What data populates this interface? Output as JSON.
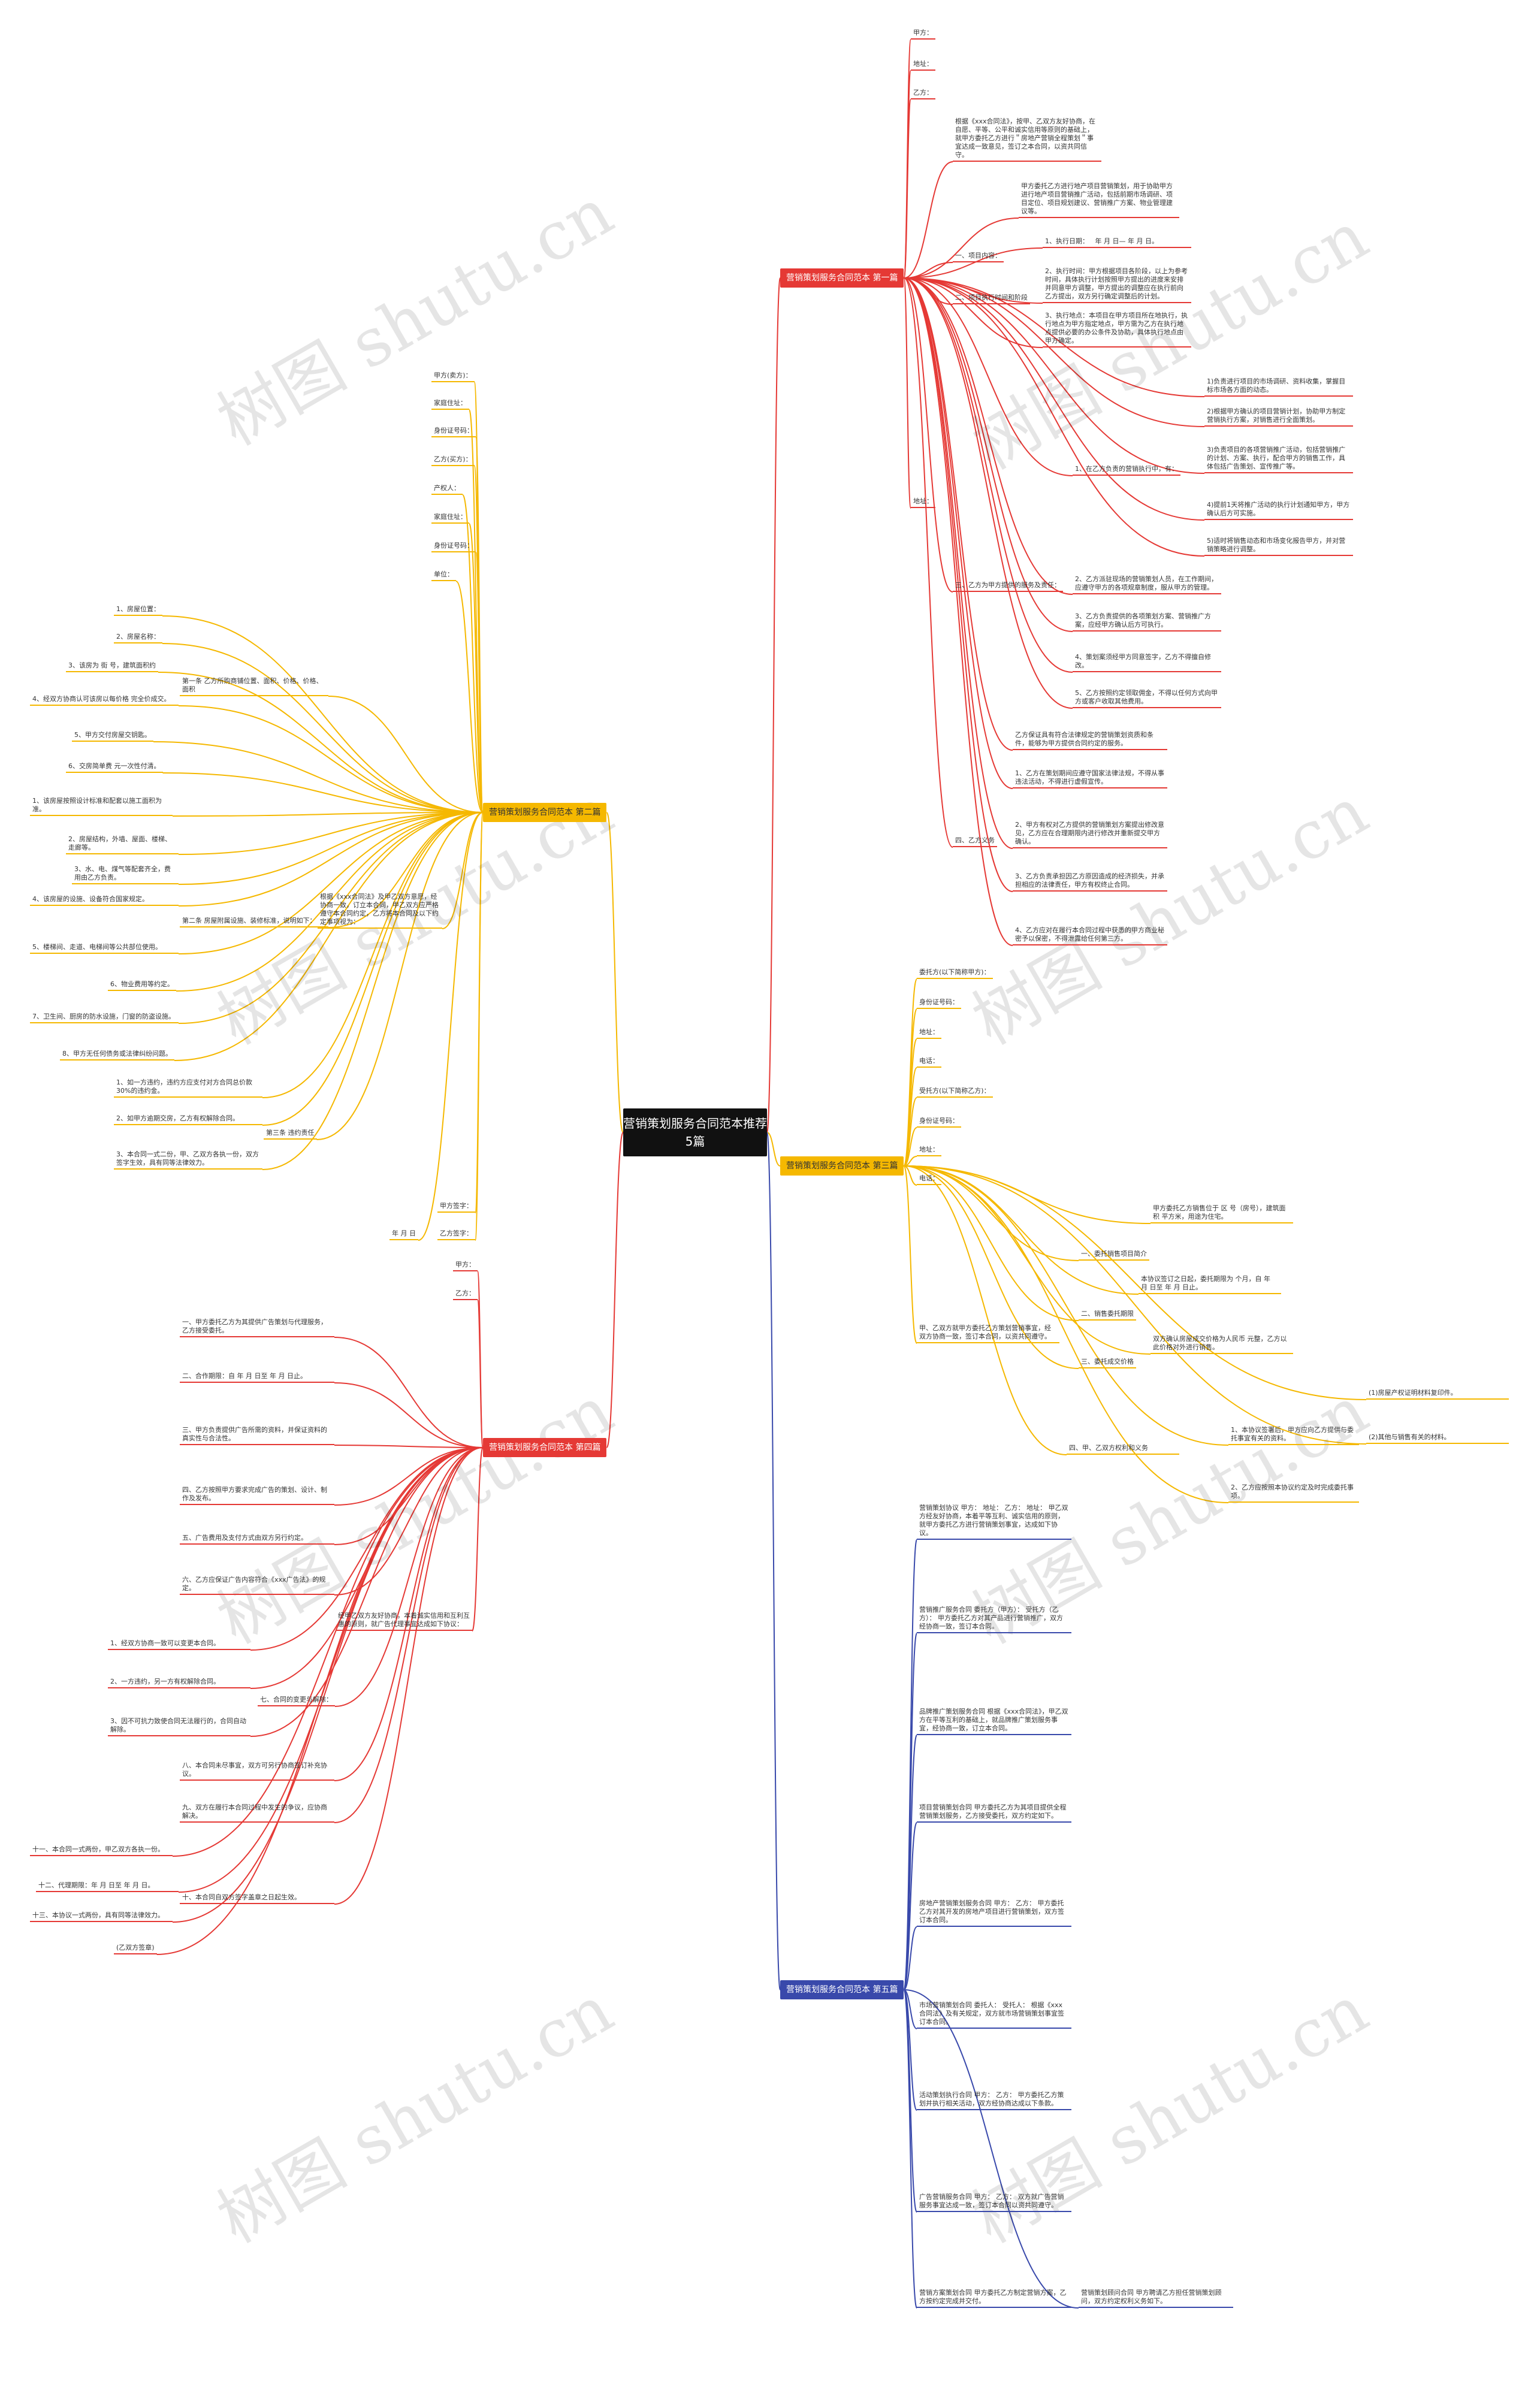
{
  "root": "营销策划服务合同范本推荐5篇",
  "colors": {
    "red": "#e53935",
    "yellow": "#f5b800",
    "blue": "#3949ab",
    "root": "#111111"
  },
  "watermark": "树图 shutu.cn",
  "branches": {
    "b1": "营销策划服务合同范本 第一篇",
    "b2": "营销策划服务合同范本 第二篇",
    "b3": "营销策划服务合同范本 第三篇",
    "b4": "营销策划服务合同范本 第四篇",
    "b5": "营销策划服务合同范本 第五篇"
  },
  "b1": {
    "jia": "甲方：",
    "addr": "地址：",
    "yi": "乙方：",
    "intro": "根据《xxx合同法》，按甲、乙双方友好协商，在自愿、平等、公平和诚实信用等原则的基础上，就甲方委托乙方进行＂房地产营销全程策划＂事宜达成一致意见，签订之本合同，以资共同信守。",
    "s1": "一、项目内容：",
    "s1_text": "甲方委托乙方进行地产项目营销策划，用于协助甲方进行地产项目营销推广活动，包括前期市场调研、项目定位、项目规划建议、营销推广方案、物业管理建议等。",
    "s2": "二、项目执行时间和阶段",
    "s2_1": "1、执行日期：   年 月 日— 年 月 日。",
    "s2_2": "2、执行时间：甲方根据项目各阶段，以上为参考时间，具体执行计划按照甲方提出的进度来安排并同意甲方调整，甲方提出的调整应在执行前向乙方提出，双方另行确定调整后的计划。",
    "s2_3": "3、执行地点：本项目在甲方项目所在地执行，执行地点为甲方指定地点，甲方需为乙方在执行地点提供必要的办公条件及协助，具体执行地点由甲方确定。",
    "s3": "三、乙方为甲方提供的服务及责任：",
    "s3_1": "1、在乙方负责的营销执行中，有：",
    "s3_1_items": [
      "1)负责进行项目的市场调研、资料收集，掌握目标市场各方面的动态。",
      "2)根据甲方确认的项目营销计划，协助甲方制定营销执行方案，对销售进行全面策划。",
      "3)负责项目的各项营销推广活动，包括营销推广的计划、方案、执行，配合甲方的销售工作，具体包括广告策划、宣传推广等。",
      "4)提前1天将推广活动的执行计划通知甲方，甲方确认后方可实施。",
      "5)适时将销售动态和市场变化报告甲方，并对营销策略进行调整。"
    ],
    "s3_2": "2、乙方派驻现场的营销策划人员，在工作期间，应遵守甲方的各项规章制度，服从甲方的管理。",
    "s3_3": "3、乙方负责提供的各项策划方案、营销推广方案，应经甲方确认后方可执行。",
    "s3_4": "4、策划案须经甲方同意签字，乙方不得擅自修改。",
    "s3_5": "5、乙方按照约定领取佣金，不得以任何方式向甲方或客户收取其他费用。",
    "s4": "四、乙方义务",
    "s4_lead": "乙方保证具有符合法律规定的营销策划资质和条件，能够为甲方提供合同约定的服务。",
    "s4_1": "1、乙方在策划期间应遵守国家法律法规，不得从事违法活动，不得进行虚假宣传。",
    "s4_2": "2、甲方有权对乙方提供的营销策划方案提出修改意见，乙方应在合理期限内进行修改并重新提交甲方确认。",
    "s4_3": "3、乙方负责承担因乙方原因造成的经济损失，并承担相应的法律责任，甲方有权终止合同。",
    "s4_4": "4、乙方应对在履行本合同过程中获悉的甲方商业秘密予以保密，不得泄露给任何第三方。"
  },
  "b2": {
    "party": [
      "甲方(卖方)：",
      "家庭住址：",
      "身份证号码：",
      "乙方(买方)：",
      "产权人：",
      "家庭住址：",
      "身份证号码：",
      "单位："
    ],
    "basis": "根据《xxx合同法》及甲乙双方意愿，经协商一致，订立本合同，甲乙双方应严格遵守本合同约定，乙方将本合同及以下约定事项视为：",
    "t1": "第一条 乙方所购商铺位置、面积、价格、价格、面积",
    "t1_items": [
      "1、房屋位置：",
      "2、房屋名称：",
      "3、该房为 街 号，建筑面积约",
      "4、经双方协商认可该房以每价格 完全价成交。",
      "5、甲方交付房屋交钥匙。",
      "6、交房简单费 元一次性付清。"
    ],
    "t2": "第二条 房屋附属设施、装修标准，说明如下：",
    "t2_items": [
      "1、该房屋按照设计标准和配套以施工面积为准。",
      "2、房屋结构，外墙、屋面、楼梯、走廊等。",
      "3、水、电、煤气等配套齐全，费用由乙方负责。",
      "4、该房屋的设施、设备符合国家规定。",
      "5、楼梯间、走道、电梯间等公共部位使用。",
      "6、物业费用等约定。",
      "7、卫生间、厨房的防水设施，门窗的防盗设施。",
      "8、甲方无任何债务或法律纠纷问题。"
    ],
    "t3": "第三条 违约责任",
    "t3_items": [
      "1、如一方违约，违约方应支付对方合同总价款30%的违约金。",
      "2、如甲方逾期交房，乙方有权解除合同。",
      "3、本合同一式二份，甲、乙双方各执一份，双方签字生效，具有同等法律效力。"
    ],
    "sign_jia": "甲方签字：",
    "sign_yi": "乙方签字：",
    "date": "年 月 日"
  },
  "b3": {
    "party": [
      "委托方(以下简称甲方)：",
      "身份证号码：",
      "地址：",
      "电话：",
      "受托方(以下简称乙方)：",
      "身份证号码：",
      "地址：",
      "电话："
    ],
    "lead": "甲、乙双方就甲方委托乙方策划营销事宜，经双方协商一致，签订本合同，以资共同遵守。",
    "c1": "一、委托销售项目简介",
    "c1_text": "甲方委托乙方销售位于 区 号（房号），建筑面积 平方米，用途为住宅。",
    "c2": "二、销售委托期限",
    "c2_text": "本协议签订之日起，委托期限为 个月，自 年 月 日至 年 月 日止。",
    "c3": "三、委托成交价格",
    "c3_text": "双方确认房屋成交价格为人民币 元整，乙方以此价格对外进行销售。",
    "c4": "四、甲、乙双方权利和义务",
    "c4_1": "1、本协议签署后，甲方应向乙方提供与委托事宜有关的资料。",
    "c4_1_items": [
      "(1)房屋产权证明材料复印件。",
      "(2)其他与销售有关的材料。"
    ],
    "c4_2": "2、乙方应按照本协议约定及时完成委托事项。"
  },
  "b4": {
    "jia": "甲方：",
    "yi": "乙方：",
    "lead": "经甲乙双方友好协商，本着诚实信用和互利互惠的原则，就广告代理事宜达成如下协议：",
    "items": [
      "一、甲方委托乙方为其提供广告策划与代理服务，乙方接受委托。",
      "二、合作期限：自 年 月 日至 年 月 日止。",
      "三、甲方负责提供广告所需的资料，并保证资料的真实性与合法性。",
      "四、乙方按照甲方要求完成广告的策划、设计、制作及发布。",
      "五、广告费用及支付方式由双方另行约定。",
      "六、乙方应保证广告内容符合《xxx广告法》的规定。",
      "七、合同的变更与解除："
    ],
    "seven_items": [
      "1、经双方协商一致可以变更本合同。",
      "2、一方违约，另一方有权解除合同。",
      "3、因不可抗力致使合同无法履行的，合同自动解除。"
    ],
    "eight": "八、本合同未尽事宜，双方可另行协商签订补充协议。",
    "nine": "九、双方在履行本合同过程中发生的争议，应协商解决。",
    "ten": "十、本合同自双方签字盖章之日起生效。",
    "tail": [
      "十一、本合同一式两份，甲乙双方各执一份。",
      "十二、代理期限：年 月 日至 年 月 日。",
      "十三、本协议一式两份，具有同等法律效力。",
      "(乙双方签章)"
    ]
  },
  "b5": {
    "paras": [
      "营销策划协议 甲方： 地址： 乙方： 地址： 甲乙双方经友好协商，本着平等互利、诚实信用的原则，就甲方委托乙方进行营销策划事宜，达成如下协议。",
      "营销推广服务合同 委托方（甲方）： 受托方（乙方）： 甲方委托乙方对其产品进行营销推广，双方经协商一致，签订本合同。",
      "品牌推广策划服务合同 根据《xxx合同法》，甲乙双方在平等互利的基础上，就品牌推广策划服务事宜，经协商一致，订立本合同。",
      "项目营销策划合同 甲方委托乙方为其项目提供全程营销策划服务，乙方接受委托，双方约定如下。",
      "房地产营销策划服务合同 甲方： 乙方： 甲方委托乙方对其开发的房地产项目进行营销策划，双方签订本合同。",
      "市场营销策划合同 委托人： 受托人： 根据《xxx合同法》及有关规定，双方就市场营销策划事宜签订本合同。",
      "活动策划执行合同 甲方： 乙方： 甲方委托乙方策划并执行相关活动，双方经协商达成以下条款。",
      "广告营销服务合同 甲方： 乙方： 双方就广告营销服务事宜达成一致，签订本合同以资共同遵守。",
      "营销方案策划合同 甲方委托乙方制定营销方案，乙方按约定完成并交付。",
      "营销策划顾问合同 甲方聘请乙方担任营销策划顾问，双方约定权利义务如下。"
    ]
  }
}
